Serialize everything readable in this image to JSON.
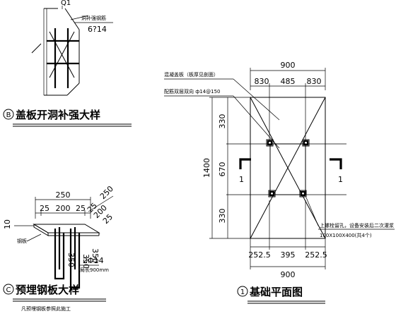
{
  "detail_b": {
    "title_marker": "B",
    "title": "盖板开洞补强大样",
    "label_q1": "Q1",
    "label_rebar_note": "洞补强钢筋",
    "label_rebar": "6?14"
  },
  "detail_c": {
    "title_marker": "C",
    "title": "预埋钢板大样",
    "dim_total": "250",
    "dim_25a": "25",
    "dim_200": "200",
    "dim_25b": "25",
    "dim_diag_250": "250",
    "dim_diag_25a": "25",
    "dim_diag_200": "200",
    "dim_diag_25b": "25",
    "dim_10": "10",
    "label_plate": "钢板",
    "dim_350a": "350",
    "dim_350b": "350",
    "dim_350c": "350",
    "label_rebar": "2Φ14",
    "label_length": "局长900mm",
    "note": "凡预埋钢板参照此施工"
  },
  "plan": {
    "title_marker": "1",
    "title": "基础平面图",
    "label_cover": "混凝盖板（板厚见剖面）",
    "label_rebar": "配筋双层双向 ф14@150",
    "dim_top_total": "900",
    "dim_top_830a": "830",
    "dim_top_485": "485",
    "dim_top_830b": "830",
    "dim_left_330a": "330",
    "dim_left_1400": "1400",
    "dim_left_670": "670",
    "dim_left_330b": "330",
    "section_left": "1",
    "section_right": "1",
    "label_bolt_hole": "上螺栓留孔，设备安装后二次灌浆",
    "label_bolt_size": "100X100X400(共4个)",
    "dim_bot_252a": "252.5",
    "dim_bot_395": "395",
    "dim_bot_252b": "252.5",
    "dim_bot_total": "900"
  }
}
